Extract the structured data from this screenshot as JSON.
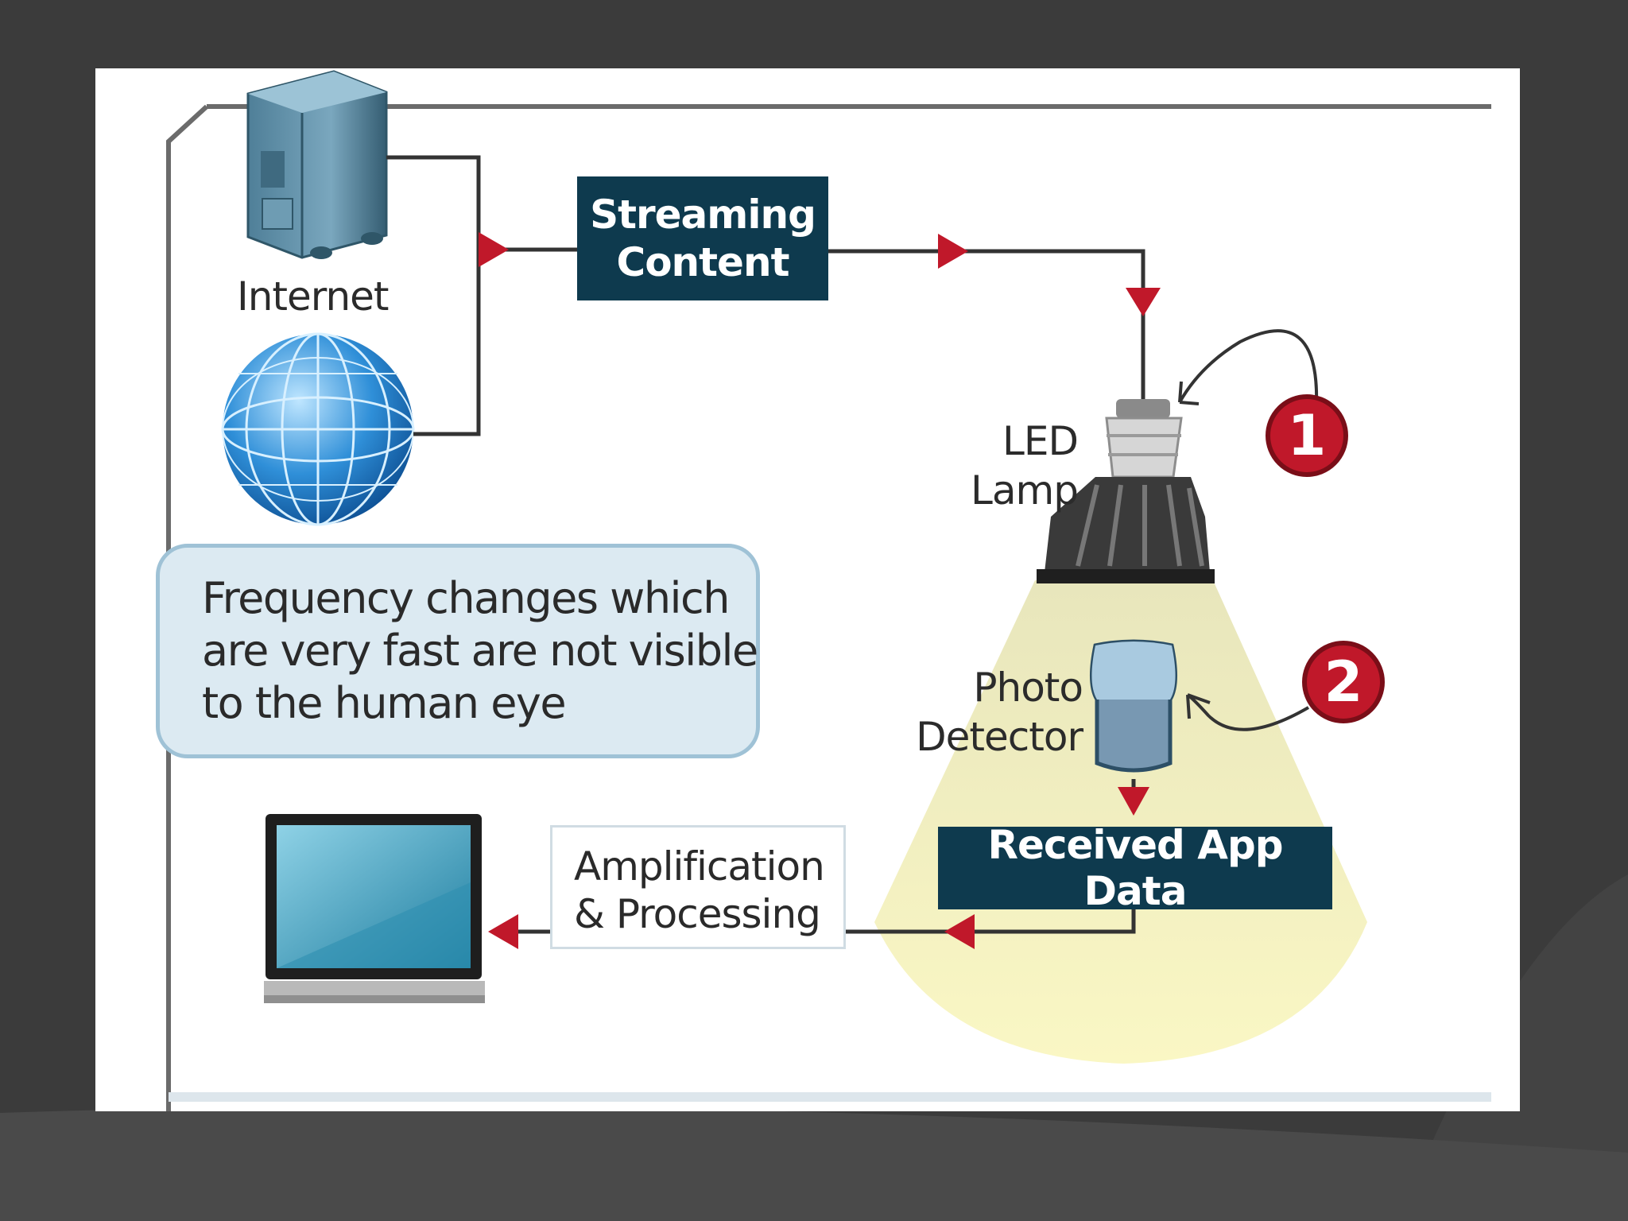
{
  "labels": {
    "internet": "Internet",
    "streaming_content_line1": "Streaming",
    "streaming_content_line2": "Content",
    "led_lamp_line1": "LED",
    "led_lamp_line2": "Lamp",
    "photo_detector_line1": "Photo",
    "photo_detector_line2": "Detector",
    "received_app_data": "Received App Data",
    "amplification_line1": "Amplification",
    "amplification_line2": "& Processing"
  },
  "note": {
    "line1": "Frequency changes which",
    "line2": "are very fast are not visible",
    "line3": "to the human eye"
  },
  "badges": {
    "step1": "1",
    "step2": "2"
  },
  "colors": {
    "dark_box": "#0e3a4e",
    "arrow_red": "#c0182a",
    "light_cone": "#f4f0b8",
    "slide_background": "#3b3b3b"
  },
  "icons": [
    "server-icon",
    "globe-icon",
    "led-bulb-icon",
    "photo-detector-icon",
    "laptop-icon"
  ]
}
